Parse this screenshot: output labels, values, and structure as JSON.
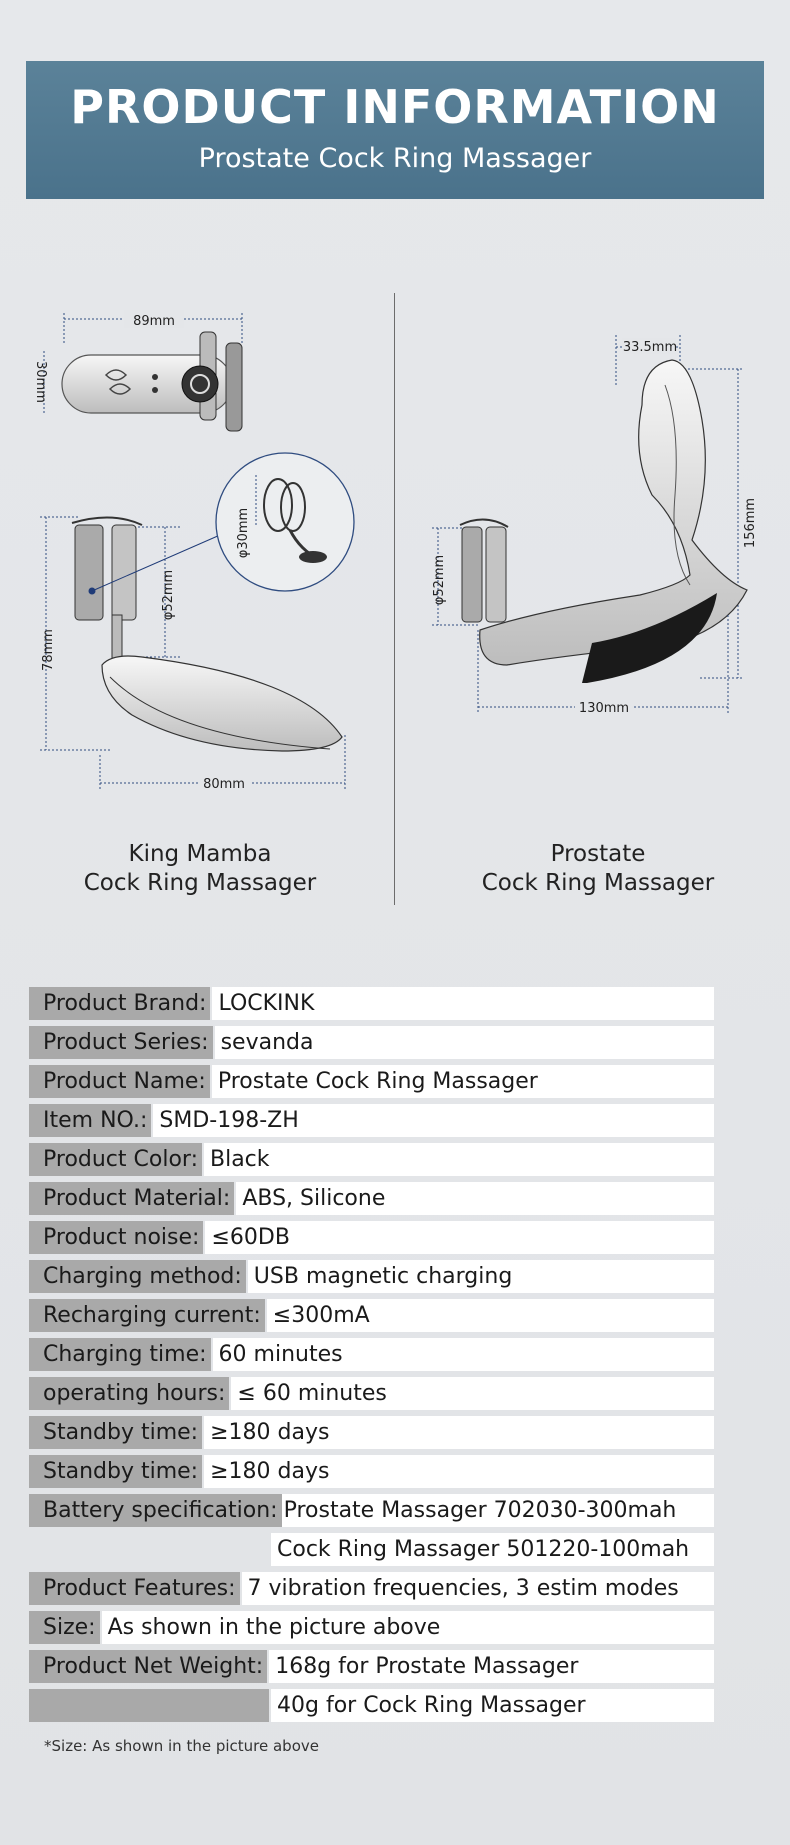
{
  "banner": {
    "title": "PRODUCT INFORMATION",
    "subtitle": "Prostate Cock Ring Massager"
  },
  "diagram_left": {
    "dims": [
      "89mm",
      "30mm",
      "φ30mm",
      "φ52mm",
      "78mm",
      "80mm"
    ],
    "caption_line1": "King Mamba",
    "caption_line2": "Cock Ring Massager"
  },
  "diagram_right": {
    "dims": [
      "33.5mm",
      "156mm",
      "φ52mm",
      "130mm"
    ],
    "caption_line1": "Prostate",
    "caption_line2": "Cock Ring Massager"
  },
  "specs": [
    {
      "label": "Product Brand:",
      "value": "LOCKINK"
    },
    {
      "label": "Product Series:",
      "value": "sevanda"
    },
    {
      "label": "Product Name:",
      "value": "Prostate Cock Ring Massager"
    },
    {
      "label": "Item NO.:",
      "value": "SMD-198-ZH"
    },
    {
      "label": "Product Color:",
      "value": "Black"
    },
    {
      "label": "Product Material:",
      "value": "ABS, Silicone"
    },
    {
      "label": "Product noise:",
      "value": "≤60DB"
    },
    {
      "label": "Charging method:",
      "value": "USB magnetic charging"
    },
    {
      "label": "Recharging current:",
      "value": "≤300mA"
    },
    {
      "label": "Charging time:",
      "value": "60 minutes"
    },
    {
      "label": "operating hours:",
      "value": "≤ 60 minutes"
    },
    {
      "label": "Standby time:",
      "value": "≥180 days"
    },
    {
      "label": "Standby time:",
      "value": "≥180 days"
    },
    {
      "label": "Battery specification:",
      "value": "Prostate Massager 702030-300mah"
    },
    {
      "label": "",
      "value": "Cock Ring Massager 501220-100mah"
    },
    {
      "label": "Product Features:",
      "value": "7 vibration frequencies, 3 estim modes"
    },
    {
      "label": "Size:",
      "value": "As shown in the picture above"
    },
    {
      "label": "Product Net Weight:",
      "value": "168g for Prostate Massager"
    },
    {
      "label": "",
      "value": "40g for Cock Ring Massager"
    }
  ],
  "footnote": "*Size: As shown in the picture above"
}
